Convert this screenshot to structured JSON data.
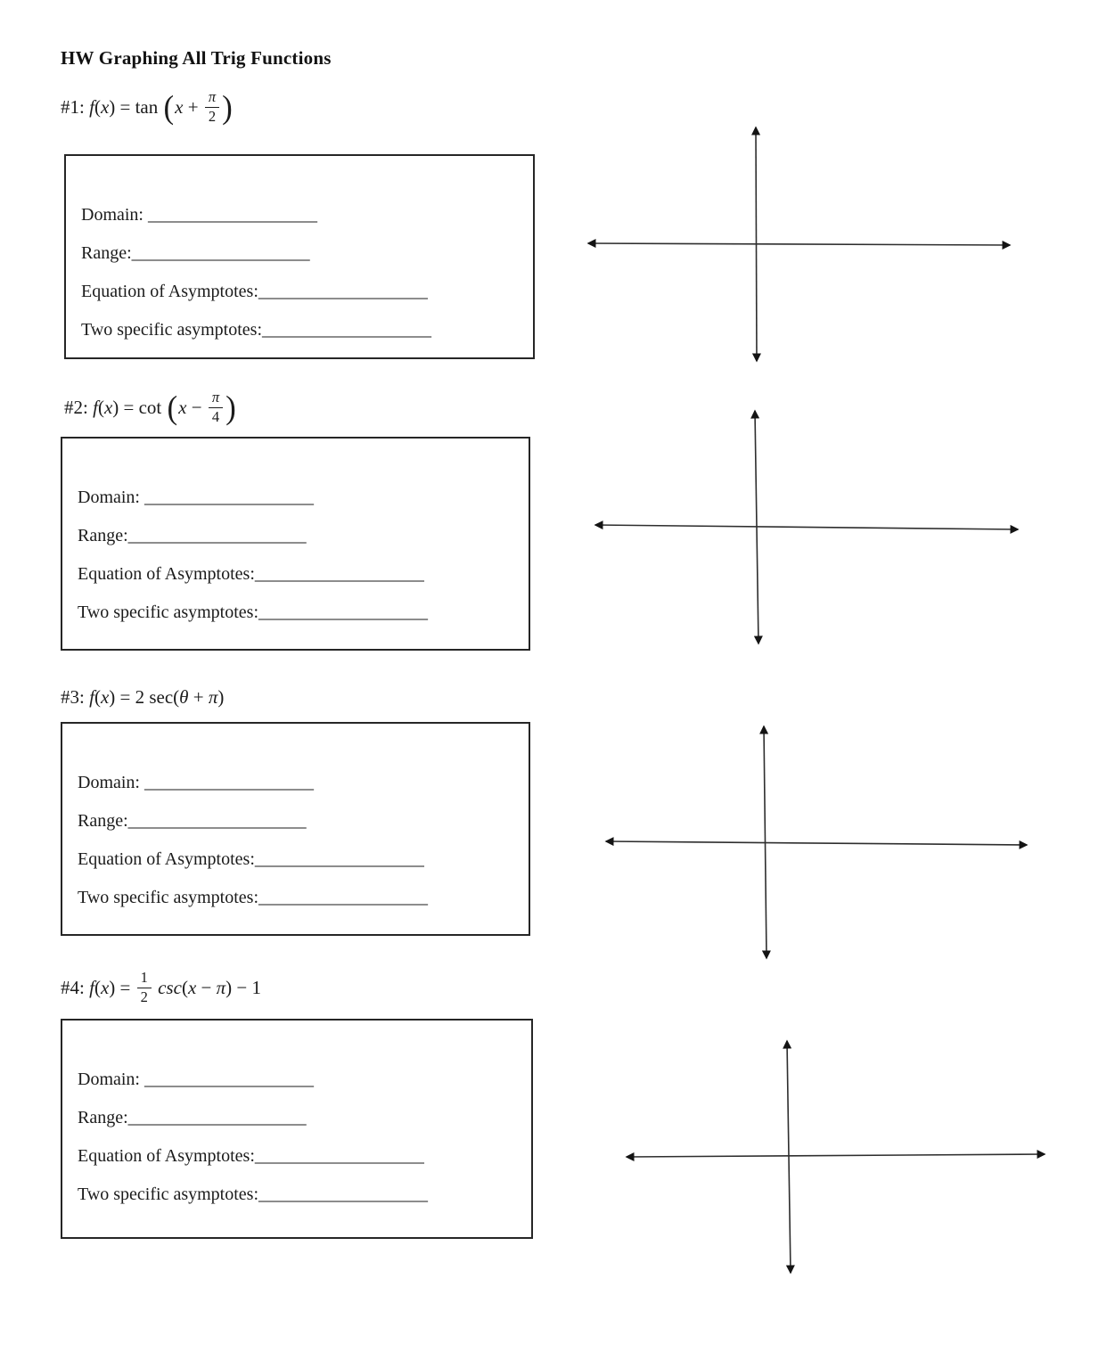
{
  "page": {
    "title": "HW Graphing All Trig Functions"
  },
  "box_fields": [
    {
      "label": "Domain: ",
      "blank": "___________________"
    },
    {
      "label": "Range:",
      "blank": "____________________"
    },
    {
      "label": "Equation of Asymptotes:",
      "blank": "___________________"
    },
    {
      "label": "Two specific asymptotes:",
      "blank": "___________________"
    }
  ],
  "problems": [
    {
      "number": "#1",
      "equation_text": "#1: f(x) = tan(x + π/2)",
      "tokens": [
        {
          "t": "p",
          "v": "#1: "
        },
        {
          "t": "i",
          "v": "f"
        },
        {
          "t": "p",
          "v": "("
        },
        {
          "t": "i",
          "v": "x"
        },
        {
          "t": "p",
          "v": ") = tan "
        },
        {
          "t": "bp",
          "v": "("
        },
        {
          "t": "i",
          "v": "x"
        },
        {
          "t": "p",
          "v": " + "
        },
        {
          "t": "f",
          "num": "π",
          "den": "2",
          "ni": true
        },
        {
          "t": "bp",
          "v": ")"
        }
      ]
    },
    {
      "number": "#2",
      "equation_text": "#2: f(x) = cot(x − π/4)",
      "tokens": [
        {
          "t": "p",
          "v": "#2: "
        },
        {
          "t": "i",
          "v": "f"
        },
        {
          "t": "p",
          "v": "("
        },
        {
          "t": "i",
          "v": "x"
        },
        {
          "t": "p",
          "v": ") = cot "
        },
        {
          "t": "bp",
          "v": "("
        },
        {
          "t": "i",
          "v": "x"
        },
        {
          "t": "p",
          "v": " − "
        },
        {
          "t": "f",
          "num": "π",
          "den": "4",
          "ni": true
        },
        {
          "t": "bp",
          "v": ")"
        }
      ]
    },
    {
      "number": "#3",
      "equation_text": "#3: f(x) = 2 sec(θ + π)",
      "tokens": [
        {
          "t": "p",
          "v": "#3: "
        },
        {
          "t": "i",
          "v": "f"
        },
        {
          "t": "p",
          "v": "("
        },
        {
          "t": "i",
          "v": "x"
        },
        {
          "t": "p",
          "v": ") = 2 sec("
        },
        {
          "t": "i",
          "v": "θ"
        },
        {
          "t": "p",
          "v": " + "
        },
        {
          "t": "i",
          "v": "π"
        },
        {
          "t": "p",
          "v": ")"
        }
      ]
    },
    {
      "number": "#4",
      "equation_text": "#4: f(x) = ½ csc(x − π) − 1",
      "tokens": [
        {
          "t": "p",
          "v": "#4: "
        },
        {
          "t": "i",
          "v": "f"
        },
        {
          "t": "p",
          "v": "("
        },
        {
          "t": "i",
          "v": "x"
        },
        {
          "t": "p",
          "v": ") = "
        },
        {
          "t": "f",
          "num": "1",
          "den": "2"
        },
        {
          "t": "p",
          "v": " "
        },
        {
          "t": "i",
          "v": "csc"
        },
        {
          "t": "p",
          "v": "("
        },
        {
          "t": "i",
          "v": "x"
        },
        {
          "t": "p",
          "v": " − "
        },
        {
          "t": "i",
          "v": "π"
        },
        {
          "t": "p",
          "v": ") − 1"
        }
      ]
    }
  ],
  "graphs": [
    {
      "description": "blank coordinate axes",
      "h": [
        660,
        273,
        1133,
        275
      ],
      "v": [
        848,
        143,
        849,
        405
      ]
    },
    {
      "description": "blank coordinate axes",
      "h": [
        668,
        589,
        1142,
        594
      ],
      "v": [
        847,
        461,
        851,
        722
      ]
    },
    {
      "description": "blank coordinate axes",
      "h": [
        680,
        944,
        1152,
        948
      ],
      "v": [
        857,
        815,
        860,
        1075
      ]
    },
    {
      "description": "blank coordinate axes",
      "h": [
        703,
        1298,
        1172,
        1295
      ],
      "v": [
        883,
        1168,
        887,
        1428
      ]
    }
  ],
  "colors": {
    "ink": "#1b1b1b",
    "axis": "#2e2e2e",
    "border": "#262626"
  }
}
